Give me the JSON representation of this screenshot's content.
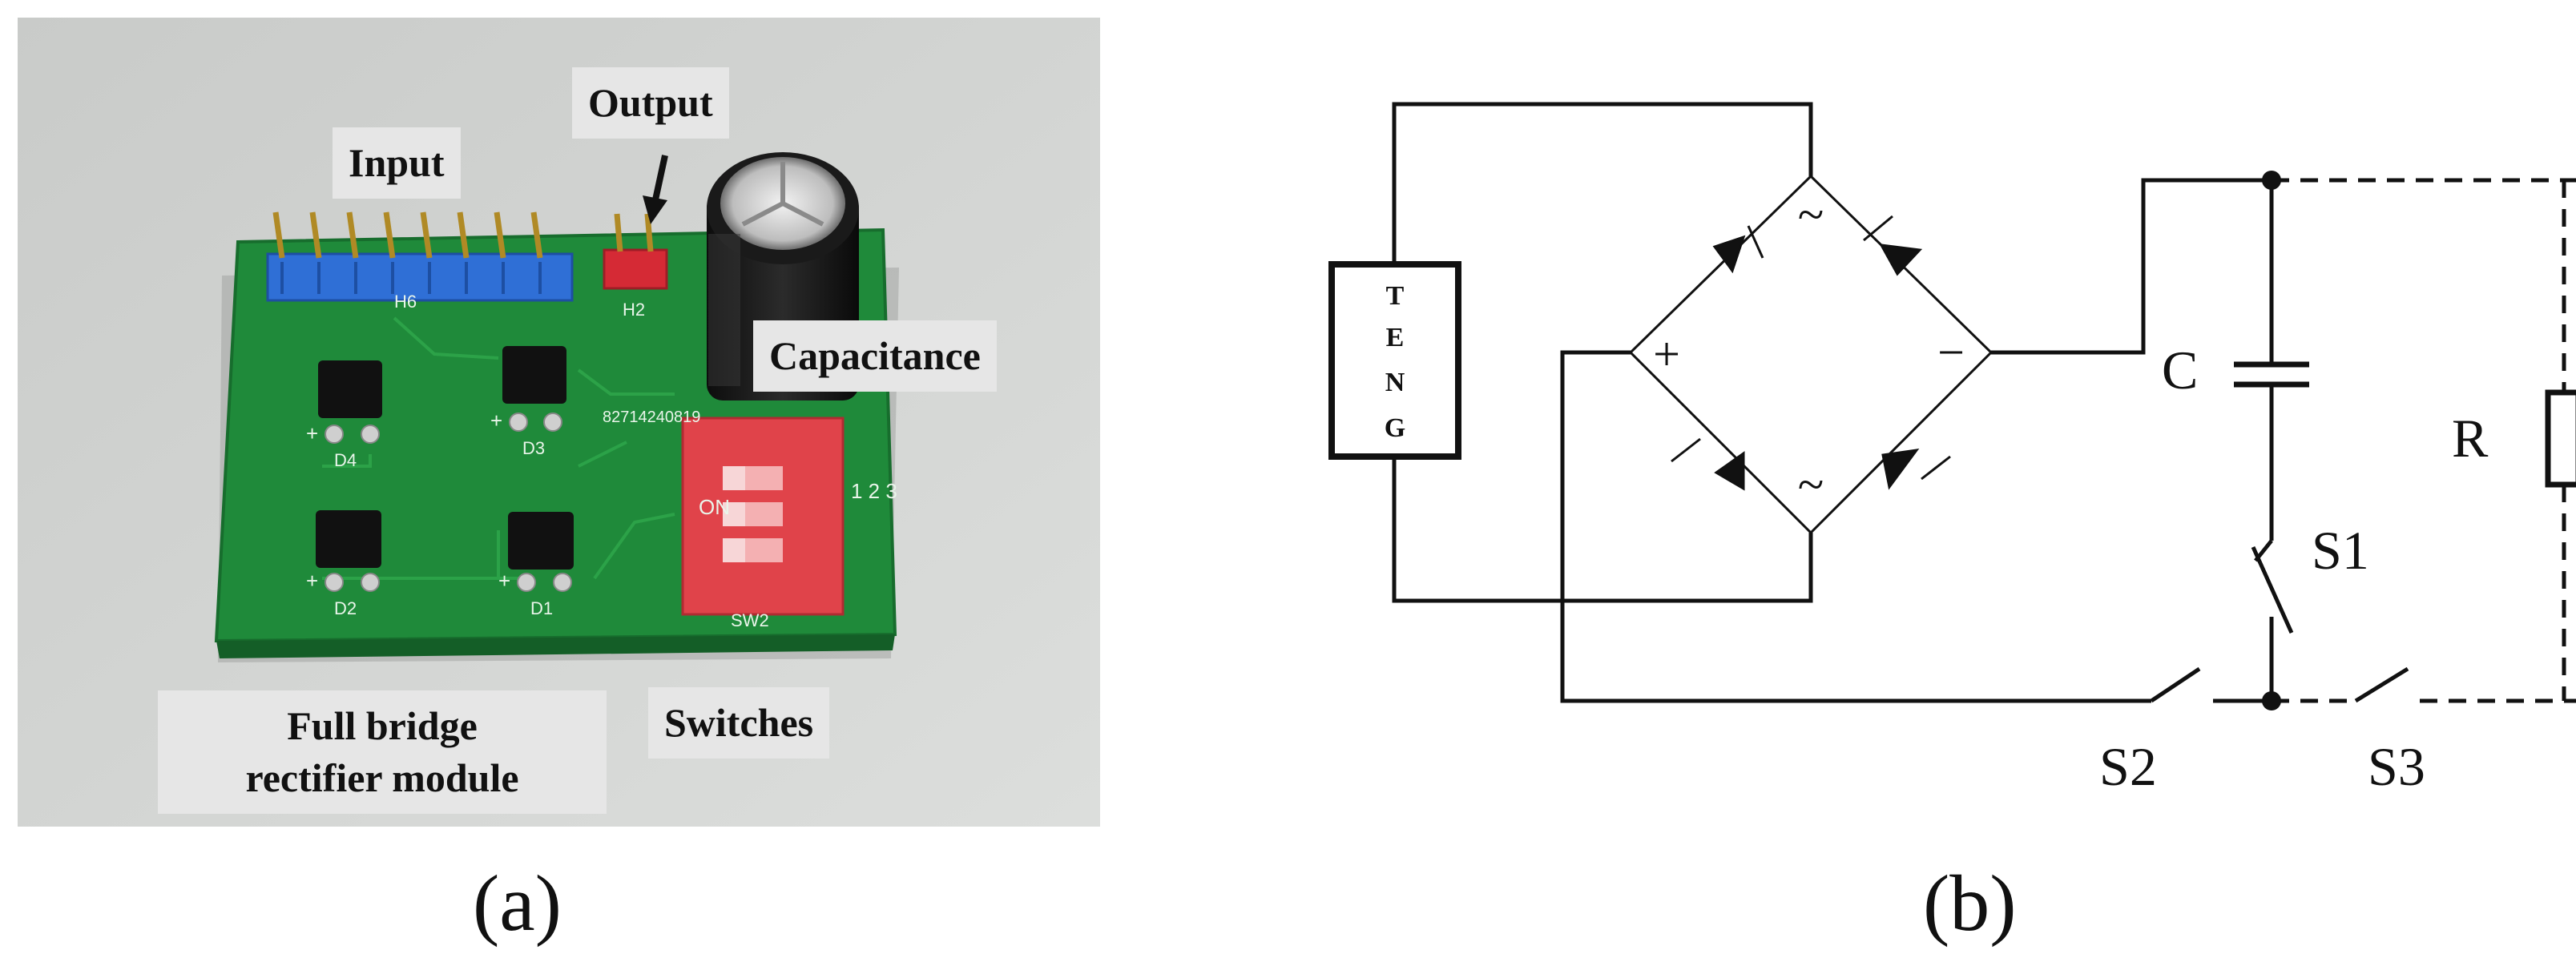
{
  "panel_a": {
    "label": "(a)",
    "callouts": {
      "input": "Input",
      "output": "Output",
      "capacitance": "Capacitance",
      "switches": "Switches",
      "full_bridge_line1": "Full bridge",
      "full_bridge_line2": "rectifier module"
    },
    "silkscreen": {
      "h6": "H6",
      "h2": "H2",
      "d1": "D1",
      "d2": "D2",
      "d3": "D3",
      "d4": "D4",
      "sw2": "SW2",
      "on": "ON",
      "nums": "1 2 3",
      "serial": "82714240819",
      "plus": "+"
    }
  },
  "panel_b": {
    "label": "(b)",
    "teng": [
      "T",
      "E",
      "N",
      "G"
    ],
    "capacitor": "C",
    "resistor": "R",
    "switch_s1": "S1",
    "switch_s2": "S2",
    "switch_s3": "S3",
    "bridge_plus": "+",
    "bridge_minus": "−",
    "bridge_ac": "~"
  },
  "colors": {
    "pcb_green": "#1f8a3a",
    "header_blue": "#2f6fd6",
    "header_red": "#d52a35",
    "switch_red": "#e0434a",
    "background_gray": "#d6d8d6"
  }
}
